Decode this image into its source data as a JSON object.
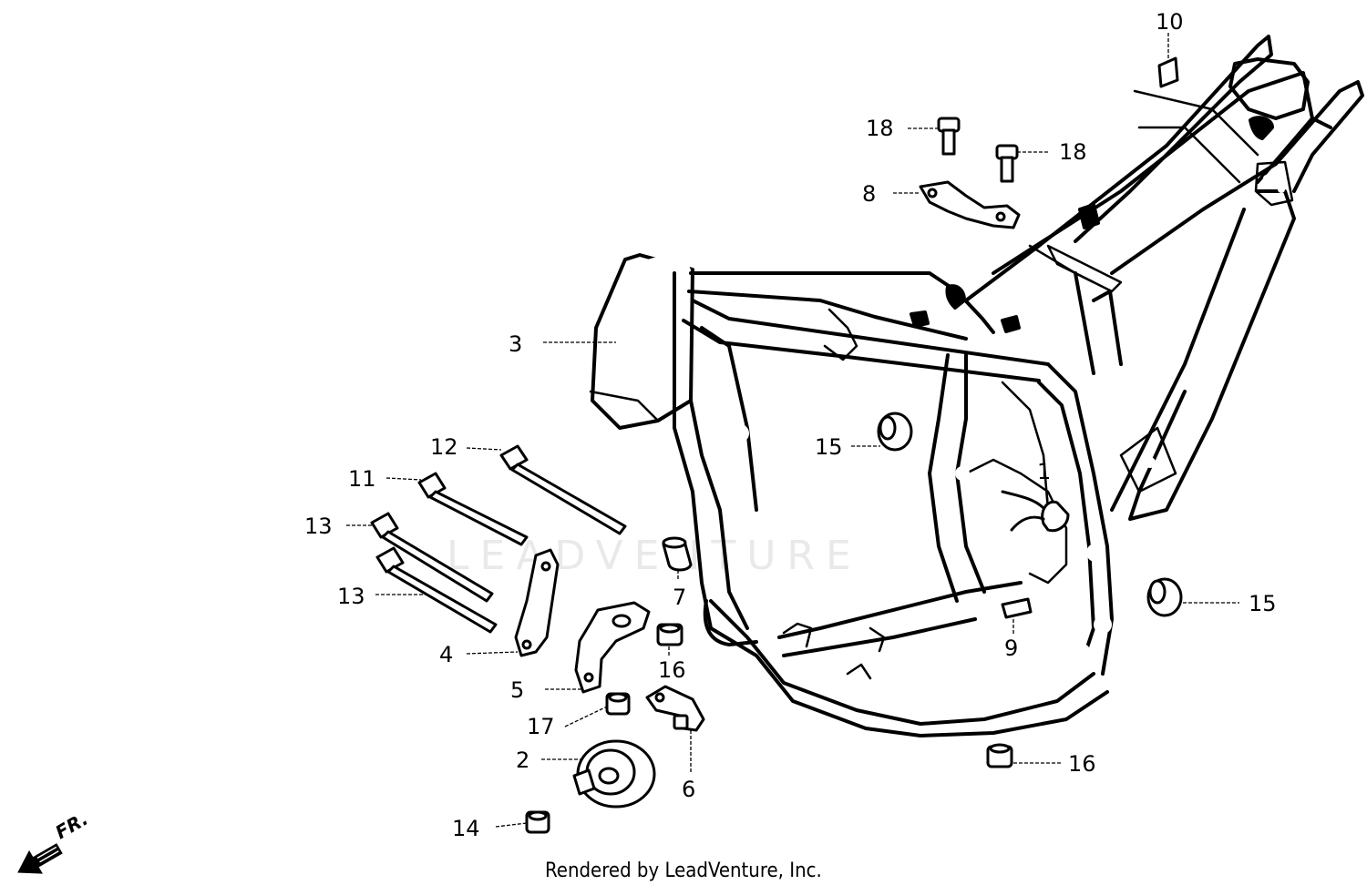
{
  "diagram": {
    "watermark": "LEADVENTURE",
    "credit": "Rendered by LeadVenture, Inc.",
    "direction_label": "FR.",
    "callouts": [
      {
        "id": "c1",
        "label": "1"
      },
      {
        "id": "c2",
        "label": "2"
      },
      {
        "id": "c3",
        "label": "3"
      },
      {
        "id": "c4",
        "label": "4"
      },
      {
        "id": "c5",
        "label": "5"
      },
      {
        "id": "c6",
        "label": "6"
      },
      {
        "id": "c7",
        "label": "7"
      },
      {
        "id": "c8",
        "label": "8"
      },
      {
        "id": "c9",
        "label": "9"
      },
      {
        "id": "c10",
        "label": "10"
      },
      {
        "id": "c11",
        "label": "11"
      },
      {
        "id": "c12",
        "label": "12"
      },
      {
        "id": "c13a",
        "label": "13"
      },
      {
        "id": "c13b",
        "label": "13"
      },
      {
        "id": "c14",
        "label": "14"
      },
      {
        "id": "c15a",
        "label": "15"
      },
      {
        "id": "c15b",
        "label": "15"
      },
      {
        "id": "c16a",
        "label": "16"
      },
      {
        "id": "c16b",
        "label": "16"
      },
      {
        "id": "c17",
        "label": "17"
      },
      {
        "id": "c18a",
        "label": "18"
      },
      {
        "id": "c18b",
        "label": "18"
      }
    ]
  }
}
